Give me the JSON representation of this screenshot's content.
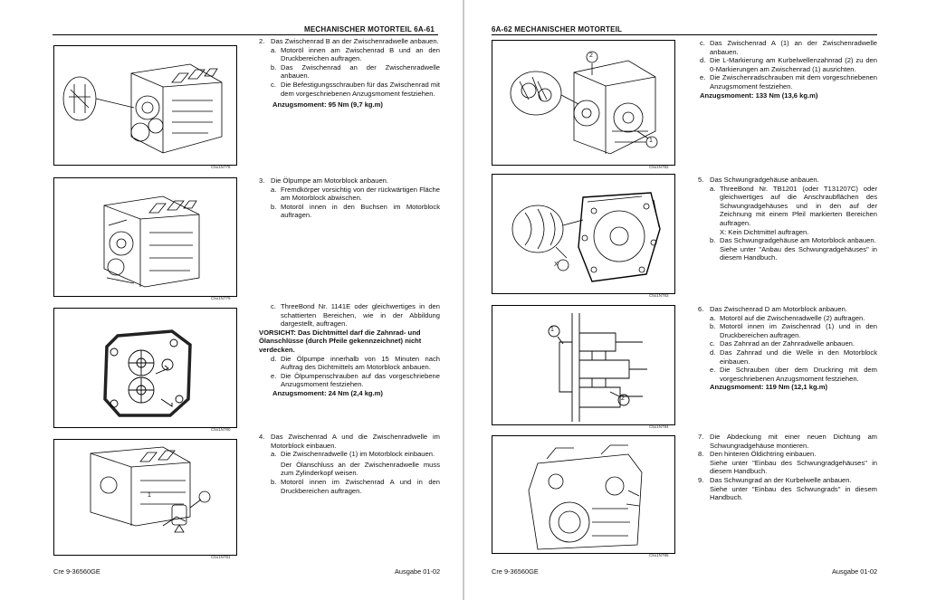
{
  "left": {
    "header": "MECHANISCHER MOTORTEIL  6A-61",
    "figures": [
      "C5o1N778",
      "C5o1N779",
      "C5o1N780",
      "C5o1N781"
    ],
    "steps": {
      "s2": {
        "num": "2.",
        "text": "Das Zwischenrad B an der Zwischenradwelle anbauen.",
        "a": {
          "label": "a.",
          "text": "Motoröl innen am Zwischenrad B und an den Druckbereichen auftragen."
        },
        "b": {
          "label": "b.",
          "text": "Das Zwischenrad an der Zwischenradwelle anbauen."
        },
        "c": {
          "label": "c.",
          "text": "Die Befestigungsschrauben für das Zwischenrad mit dem vorgeschriebenen Anzugsmoment festziehen."
        },
        "torque": "Anzugsmoment: 95 Nm (9,7 kg.m)"
      },
      "s3": {
        "num": "3.",
        "text": "Die Ölpumpe am Motorblock anbauen.",
        "a": {
          "label": "a.",
          "text": "Fremdkörper vorsichtig von der rückwärtigen Fläche am Motorblock abwischen."
        },
        "b": {
          "label": "b.",
          "text": "Motoröl innen in den Buchsen im Motorblock auftragen."
        },
        "c": {
          "label": "c.",
          "text": "ThreeBond Nr. 1141E oder gleichwertiges in den schattierten Bereichen, wie in der Abbildung dargestellt, auftragen."
        },
        "caution": "VORSICHT: Das Dichtmittel darf die Zahnrad- und Ölanschlüsse (durch Pfeile gekennzeichnet) nicht verdecken.",
        "d": {
          "label": "d.",
          "text": "Die Ölpumpe innerhalb von 15 Minuten nach Auftrag des Dichtmittels am Motorblock anbauen."
        },
        "e": {
          "label": "e.",
          "text": "Die Ölpumpenschrauben auf das vorgeschriebene Anzugsmoment festziehen."
        },
        "torque": "Anzugsmoment: 24 Nm (2,4 kg.m)"
      },
      "s4": {
        "num": "4.",
        "text": "Das Zwischenrad A und die Zwischenradwelle im Motorblock einbauen.",
        "a": {
          "label": "a.",
          "text": "Die Zwischenradwelle (1) im Motorblock einbauen."
        },
        "a_note": "Der Ölanschluss an der Zwischenradwelle muss zum Zylinderkopf weisen.",
        "b": {
          "label": "b.",
          "text": "Motoröl innen im Zwischenrad A und in den Druckbereichen auftragen."
        }
      }
    },
    "footer_left": "Cre 9-36560GE",
    "footer_right": "Ausgabe 01-02"
  },
  "right": {
    "header": "6A-62  MECHANISCHER MOTORTEIL",
    "figures": [
      "C5o1N782",
      "C5o1N783",
      "C5o1N784",
      "C5o1N785"
    ],
    "steps": {
      "s4": {
        "c": {
          "label": "c.",
          "text": "Das Zwischenrad A (1) an der Zwischenradwelle anbauen."
        },
        "d": {
          "label": "d.",
          "text": "Die L-Markierung am Kurbelwellenzahnrad (2) zu den 0-Markierungen am Zwischenrad (1) ausrichten."
        },
        "e": {
          "label": "e.",
          "text": "Die Zwischenradschrauben mit dem vorgeschriebenen Anzugsmoment festziehen."
        },
        "torque": "Anzugsmoment: 133 Nm (13,6 kg.m)"
      },
      "s5": {
        "num": "5.",
        "text": "Das Schwungradgehäuse anbauen.",
        "a": {
          "label": "a.",
          "text": "ThreeBond Nr. TB1201 (oder T131207C) oder gleichwertiges auf die Anschraubflächen des Schwungradgehäuses und in den auf der Zeichnung mit einem Pfeil markierten Bereichen auftragen."
        },
        "a_note": "X: Kein Dichtmittel auftragen.",
        "b": {
          "label": "b.",
          "text": "Das Schwungradgehäuse am Motorblock anbauen."
        },
        "b_note": "Siehe unter \"Anbau des Schwungradgehäuses\" in diesem Handbuch."
      },
      "s6": {
        "num": "6.",
        "text": "Das Zwischenrad D am Motorblock anbauen.",
        "a": {
          "label": "a.",
          "text": "Motoröl auf die Zwischenradwelle (2) auftragen."
        },
        "b": {
          "label": "b.",
          "text": "Motoröl innen im Zwischenrad (1) und in den Druckbereichen auftragen."
        },
        "c": {
          "label": "c.",
          "text": "Das Zahnrad an der Zahnradwelle anbauen."
        },
        "d": {
          "label": "d.",
          "text": "Das Zahnrad und die Welle in den Motorblock einbauen."
        },
        "e": {
          "label": "e.",
          "text": "Die Schrauben über dem Druckring mit dem vorgeschriebenen Anzugsmoment festziehen."
        },
        "torque": "Anzugsmoment: 119 Nm (12,1 kg.m)"
      },
      "s7": {
        "num": "7.",
        "text": "Die Abdeckung mit einer neuen Dichtung am Schwungradgehäuse montieren."
      },
      "s8": {
        "num": "8.",
        "text": "Den hinteren Öldichtring einbauen.",
        "note": "Siehe unter \"Einbau des Schwungradgehäuses\" in diesem Handbuch."
      },
      "s9": {
        "num": "9.",
        "text": "Das Schwungrad an der Kurbelwelle anbauen.",
        "note": "Siehe unter \"Einbau des Schwungrads\" in diesem Handbuch."
      }
    },
    "callouts": {
      "one": "1",
      "two": "2",
      "x": "X"
    },
    "footer_left": "Cre 9-36560GE",
    "footer_right": "Ausgabe 01-02"
  }
}
